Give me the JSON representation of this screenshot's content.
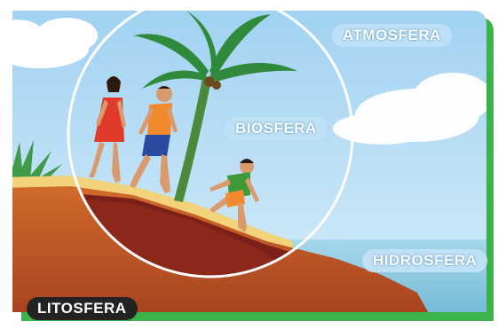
{
  "labels": {
    "atmosphere": "ATMOSFERA",
    "biosphere": "BIOSFERA",
    "hydrosphere": "HIDROSFERA",
    "lithosphere": "LITOSFERA"
  },
  "colors": {
    "sky": "#bfe0f7",
    "sea": "#8fcbe0",
    "sand": "#f3d98a",
    "soil": "#b5552a",
    "soil_dark": "#7a2018",
    "frame_green": "#3cb24a",
    "circle_outline": "#ffffff"
  }
}
